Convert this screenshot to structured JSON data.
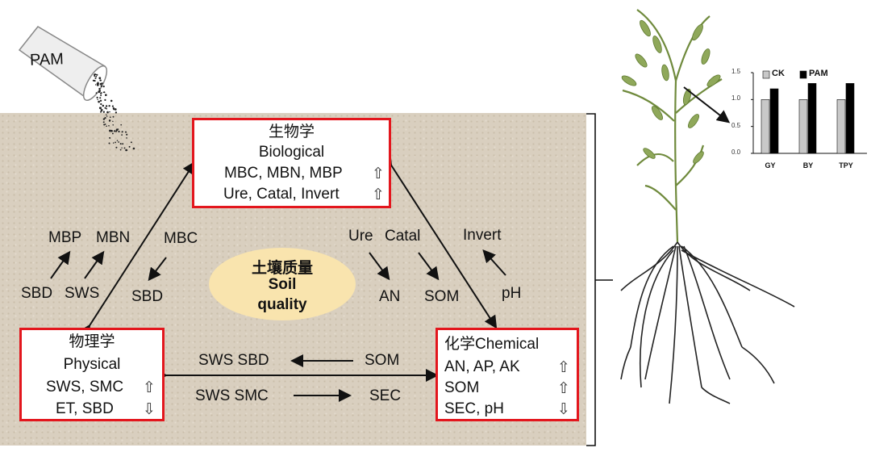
{
  "pam_label": "PAM",
  "biological": {
    "title_cn": "生物学",
    "title_en": "Biological",
    "line1": "MBC, MBN, MBP",
    "line2": "Ure, Catal, Invert",
    "arrow1": "⇧",
    "arrow2": "⇧"
  },
  "physical": {
    "title_cn": "物理学",
    "title_en": "Physical",
    "line1": "SWS, SMC",
    "line2": "ET, SBD",
    "arrow1": "⇧",
    "arrow2": "⇩"
  },
  "chemical": {
    "title": "化学Chemical",
    "line1": "AN, AP, AK",
    "line2": "SOM",
    "line3": "SEC, pH",
    "arrow1": "⇧",
    "arrow2": "⇧",
    "arrow3": "⇩"
  },
  "center": {
    "cn": "土壤质量",
    "en1": "Soil",
    "en2": "quality"
  },
  "left_labels": {
    "mbp": "MBP",
    "mbn": "MBN",
    "mbc": "MBC",
    "sbd1": "SBD",
    "sws": "SWS",
    "sbd2": "SBD"
  },
  "right_labels": {
    "ure": "Ure",
    "catal": "Catal",
    "invert": "Invert",
    "an": "AN",
    "som": "SOM",
    "ph": "pH"
  },
  "bottom_labels": {
    "row1_left": "SWS SBD",
    "row1_right": "SOM",
    "row2_left": "SWS SMC",
    "row2_right": "SEC"
  },
  "chart_data": {
    "type": "bar",
    "categories": [
      "GY",
      "BY",
      "TPY"
    ],
    "series": [
      {
        "name": "CK",
        "values": [
          1.0,
          1.0,
          1.0
        ],
        "color": "#c8c8c8"
      },
      {
        "name": "PAM",
        "values": [
          1.2,
          1.3,
          1.3
        ],
        "color": "#000000"
      }
    ],
    "yticks": [
      "0.0",
      "0.5",
      "1.0",
      "1.5"
    ],
    "ylim": [
      0,
      1.5
    ],
    "legend": "top"
  }
}
